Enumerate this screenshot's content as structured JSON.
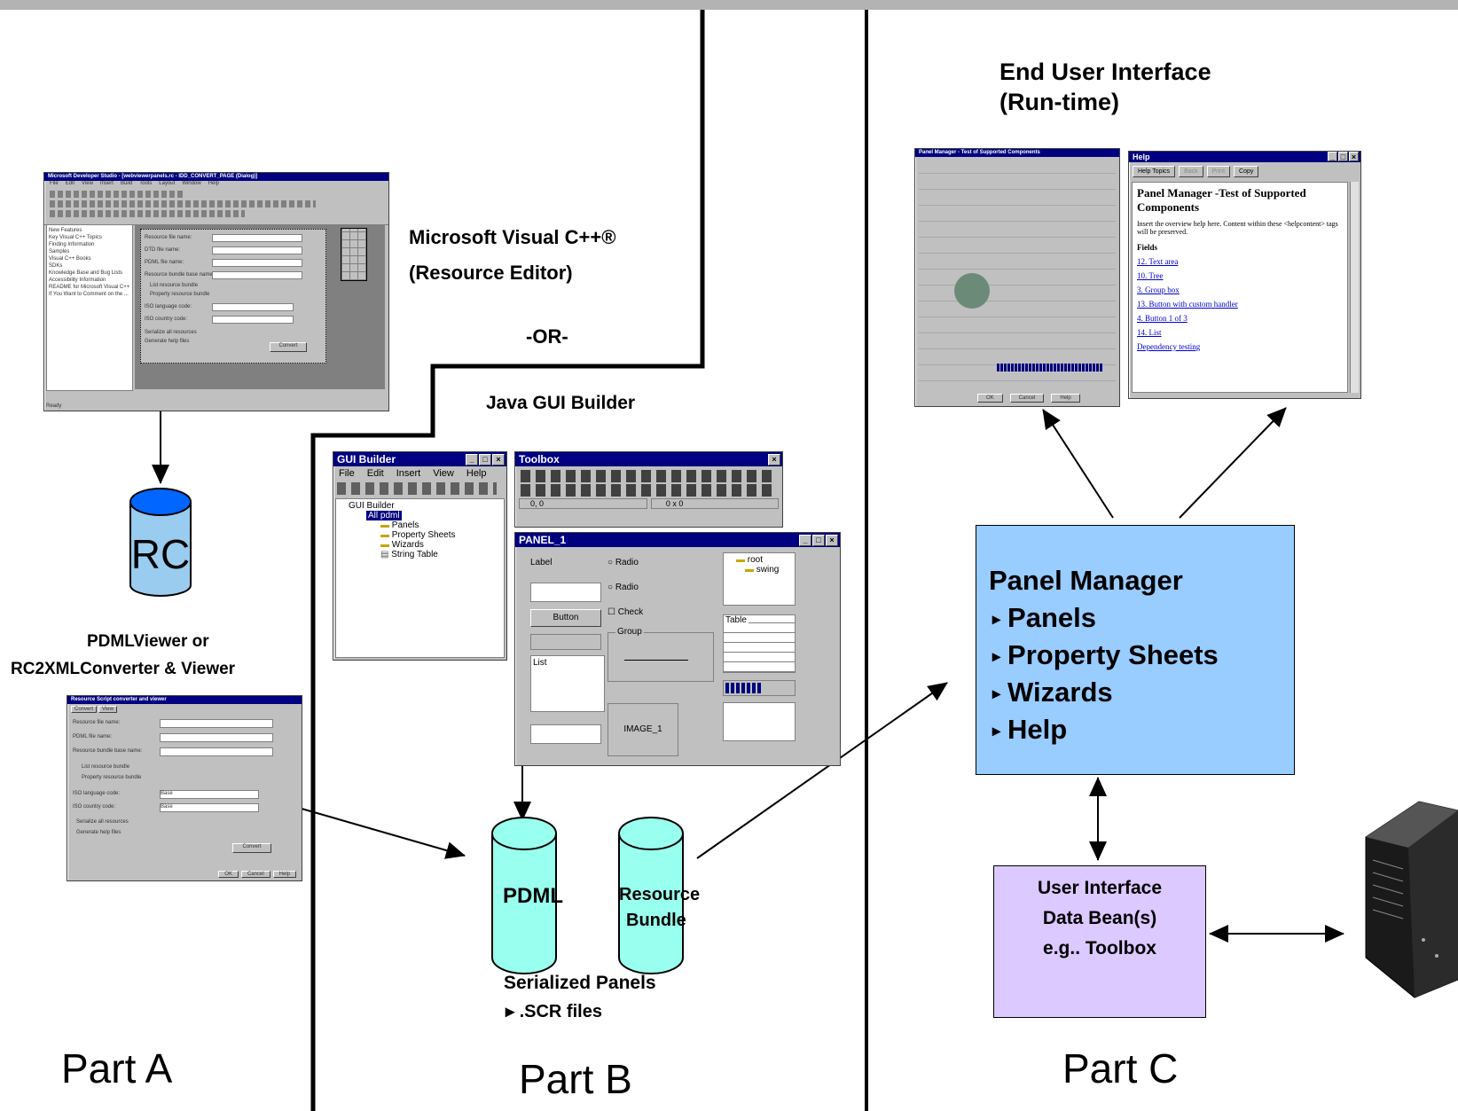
{
  "labels": {
    "end_user_line1": "End User Interface",
    "end_user_line2": "(Run-time)",
    "vc_line1": "Microsoft Visual C++®",
    "vc_line2": "(Resource Editor)",
    "or": "-OR-",
    "java_gui": "Java GUI Builder",
    "rc": "RC",
    "pdmlviewer_line1": "PDMLViewer or",
    "pdmlviewer_line2": "RC2XMLConverter & Viewer",
    "pdml": "PDML",
    "resource_line1": "Resource",
    "resource_line2": "Bundle",
    "serialized": "Serialized Panels",
    "scr": "▸ .SCR files",
    "part_a": "Part A",
    "part_b": "Part B",
    "part_c": "Part C"
  },
  "panel_manager": {
    "title": "Panel Manager",
    "items": [
      "Panels",
      "Property Sheets",
      "Wizards",
      "Help"
    ],
    "bullet": "▸"
  },
  "data_bean": {
    "lines": [
      "User Interface",
      "Data Bean(s)",
      "e.g.. Toolbox"
    ]
  },
  "gui_builder": {
    "title": "GUI Builder",
    "menu": [
      "File",
      "Edit",
      "Insert",
      "View",
      "Help"
    ],
    "tree": [
      "GUI Builder",
      "All pdml",
      "Panels",
      "Property Sheets",
      "Wizards",
      "String Table"
    ]
  },
  "toolbox": {
    "title": "Toolbox",
    "status_pos": "0, 0",
    "status_size": "0 x 0"
  },
  "panel1": {
    "title": "PANEL_1",
    "label": "Label",
    "radio1": "Radio",
    "radio2": "Radio",
    "check": "Check",
    "button": "Button",
    "group": "Group",
    "list": "List",
    "image": "IMAGE_1",
    "tree_root": "root",
    "tree_swing": "swing",
    "table": "Table"
  },
  "help_window": {
    "title": "Help",
    "buttons": [
      "Help Topics",
      "Back",
      "Print",
      "Copy"
    ],
    "heading": "Panel Manager -Test of Supported Components",
    "body": "Insert the overview help here. Content within these <helpcontent> tags will be preserved.",
    "fields_heading": "Fields",
    "links": [
      "12. Text area",
      "10. Tree",
      "3. Group box",
      "13. Button with custom handler",
      "4. Button 1 of 3",
      "14. List",
      "Dependency testing"
    ]
  },
  "pm_window": {
    "title": "Panel Manager - Test of Supported Components",
    "buttons": [
      "OK",
      "Cancel",
      "Help"
    ]
  },
  "msdev_window": {
    "title": "Microsoft Developer Studio - [webviewerpanels.rc - IDD_CONVERT_PAGE (Dialog)]",
    "menu": [
      "File",
      "Edit",
      "View",
      "Insert",
      "Build",
      "Tools",
      "Layout",
      "Window",
      "Help"
    ],
    "tree": [
      "New Features",
      "Key Visual C++ Topics",
      "Finding Information",
      "Samples",
      "Visual C++ Books",
      "SDKs",
      "Knowledge Base and Bug Lists",
      "Accessibility Information",
      "README for Microsoft Visual C++",
      "If You Want to Comment on the ..."
    ],
    "fields": [
      "Resource file name:",
      "DTD file name:",
      "PDML file name:",
      "Resource bundle base name:"
    ],
    "options": [
      "List resource bundle",
      "Property resource bundle"
    ],
    "codes": [
      "ISO language code:",
      "ISO country code:"
    ],
    "radios": [
      "Serialize all resources",
      "Generate help files"
    ],
    "convert": "Convert",
    "status": "Ready"
  },
  "converter_window": {
    "title": "Resource Script converter and viewer",
    "tabs": [
      "Convert",
      "View"
    ],
    "fields": [
      "Resource file name:",
      "PDML file name:",
      "Resource bundle base name:"
    ],
    "options": [
      "List resource bundle",
      "Property resource bundle"
    ],
    "codes": [
      "ISO language code:",
      "ISO country code:"
    ],
    "code_values": [
      "Base",
      "Base"
    ],
    "radios": [
      "Serialize all resources",
      "Generate help files"
    ],
    "convert": "Convert",
    "footer": [
      "OK",
      "Cancel",
      "Help"
    ]
  },
  "colors": {
    "panel_manager": "#99ccff",
    "data_bean": "#dcc9ff",
    "rc_top": "#0066ff",
    "rc_body": "#99ccee",
    "pdml_fill": "#99ffee",
    "titlebar": "#000080"
  }
}
